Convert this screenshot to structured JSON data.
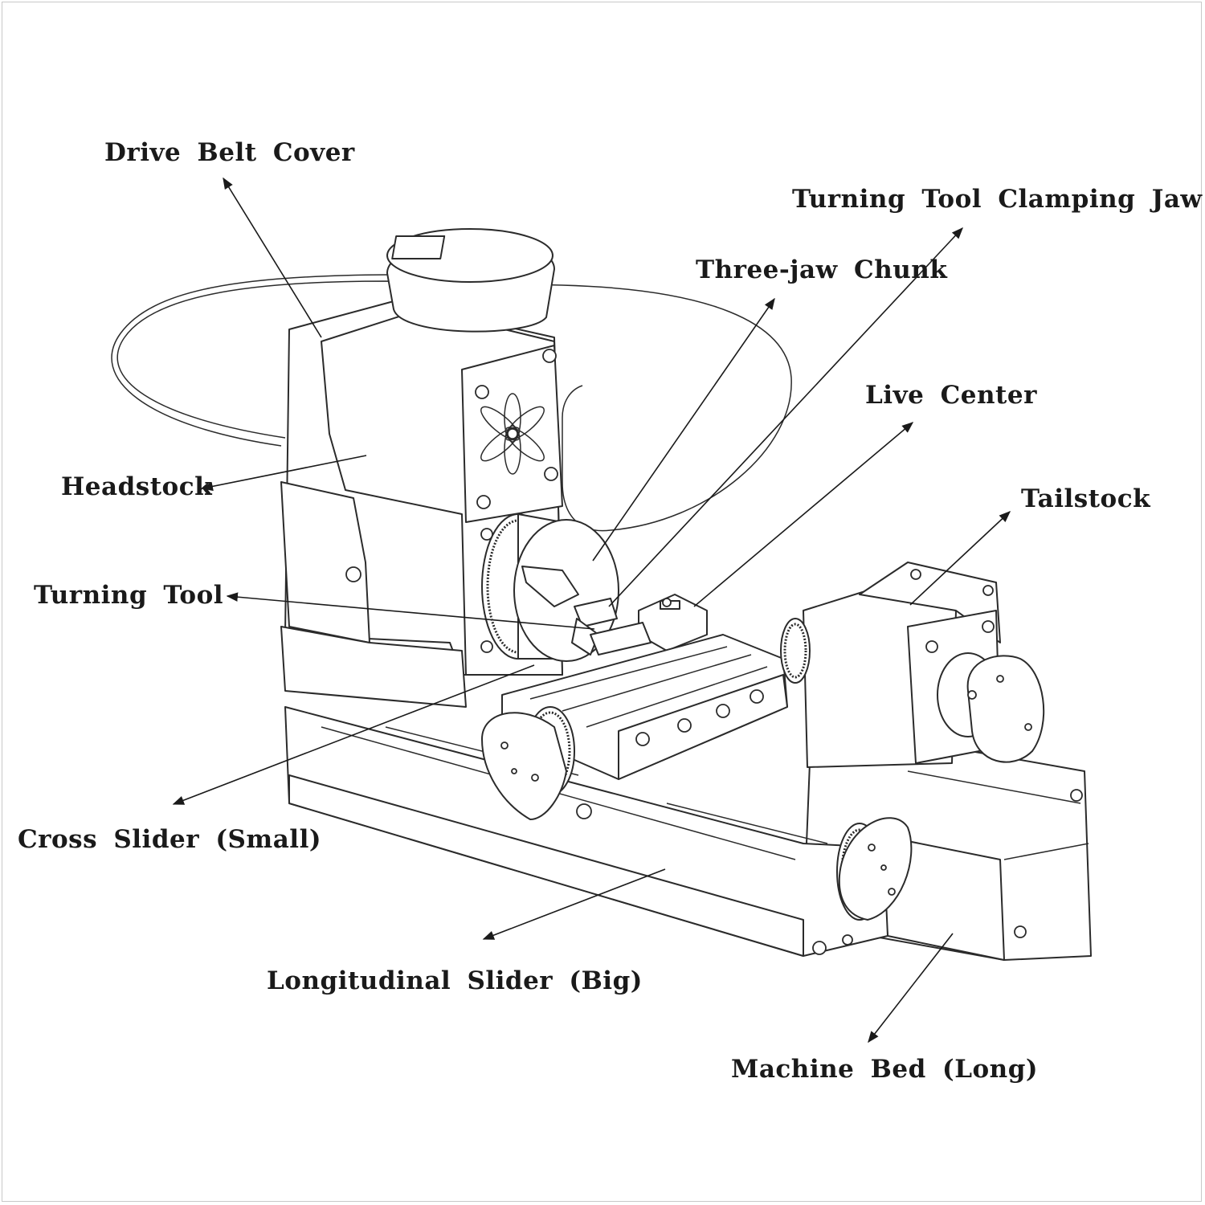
{
  "labels": {
    "drive_belt_cover": "Drive Belt Cover",
    "turning_tool_clamping_jaw": "Turning Tool Clamping Jaw",
    "three_jaw_chunk": "Three-jaw Chunk",
    "live_center": "Live Center",
    "headstock": "Headstock",
    "tailstock": "Tailstock",
    "turning_tool": "Turning Tool",
    "cross_slider": "Cross Slider (Small)",
    "longitudinal_slider": "Longitudinal Slider (Big)",
    "machine_bed": "Machine Bed (Long)"
  },
  "colors": {
    "line": "#2b2b2b",
    "text": "#1a1a1a",
    "background": "#ffffff"
  }
}
